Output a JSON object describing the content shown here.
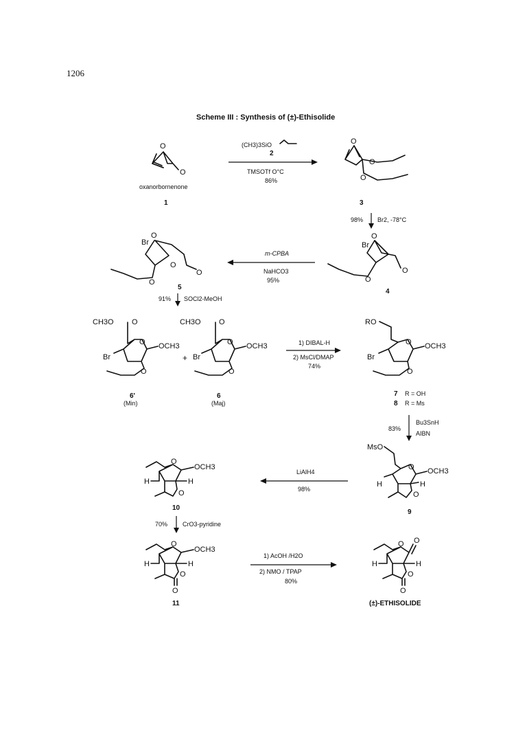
{
  "page_number": "1206",
  "scheme_title": "Scheme III : Synthesis of (±)-Ethisolide",
  "compounds": {
    "c1": {
      "number": "1",
      "name": "oxanorbornenone"
    },
    "c2": {
      "number": "2"
    },
    "c3": {
      "number": "3"
    },
    "c4": {
      "number": "4"
    },
    "c5": {
      "number": "5"
    },
    "c6p": {
      "number": "6'",
      "tag": "(Min)"
    },
    "c6": {
      "number": "6",
      "tag": "(Maj)"
    },
    "c7": {
      "number": "7",
      "r": "R = OH"
    },
    "c8": {
      "number": "8",
      "r": "R = Ms"
    },
    "c9": {
      "number": "9"
    },
    "c10": {
      "number": "10"
    },
    "c11": {
      "number": "11"
    },
    "final": {
      "name": "(±)-ETHISOLIDE"
    }
  },
  "steps": {
    "s1": {
      "reagent_top": "(CH3)3SiO",
      "reagent_bottom": "TMSOTf  O°C",
      "yield": "86%"
    },
    "s2": {
      "reagent": "Br2, -78°C",
      "yield": "98%"
    },
    "s3": {
      "reagent_top": "m-CPBA",
      "reagent_bottom": "NaHCO3",
      "yield": "95%"
    },
    "s4": {
      "reagent": "SOCl2-MeOH",
      "yield": "91%"
    },
    "s5": {
      "reagent_1": "1) DIBAL-H",
      "reagent_2": "2) MsCl/DMAP",
      "yield": "74%"
    },
    "s6": {
      "reagent_1": "Bu3SnH",
      "reagent_2": "AIBN",
      "yield": "83%"
    },
    "s7": {
      "reagent": "LiAlH4",
      "yield": "98%"
    },
    "s8": {
      "reagent": "CrO3-pyridine",
      "yield": "70%"
    },
    "s9": {
      "reagent_1": "1) AcOH /H2O",
      "reagent_2": "2) NMO / TPAP",
      "yield": "80%"
    }
  },
  "plus_sign": "+",
  "atoms": {
    "O": "O",
    "Br": "Br",
    "H": "H",
    "OCH3": "OCH3",
    "CH3O": "CH3O",
    "RO": "RO",
    "MsO": "MsO"
  }
}
